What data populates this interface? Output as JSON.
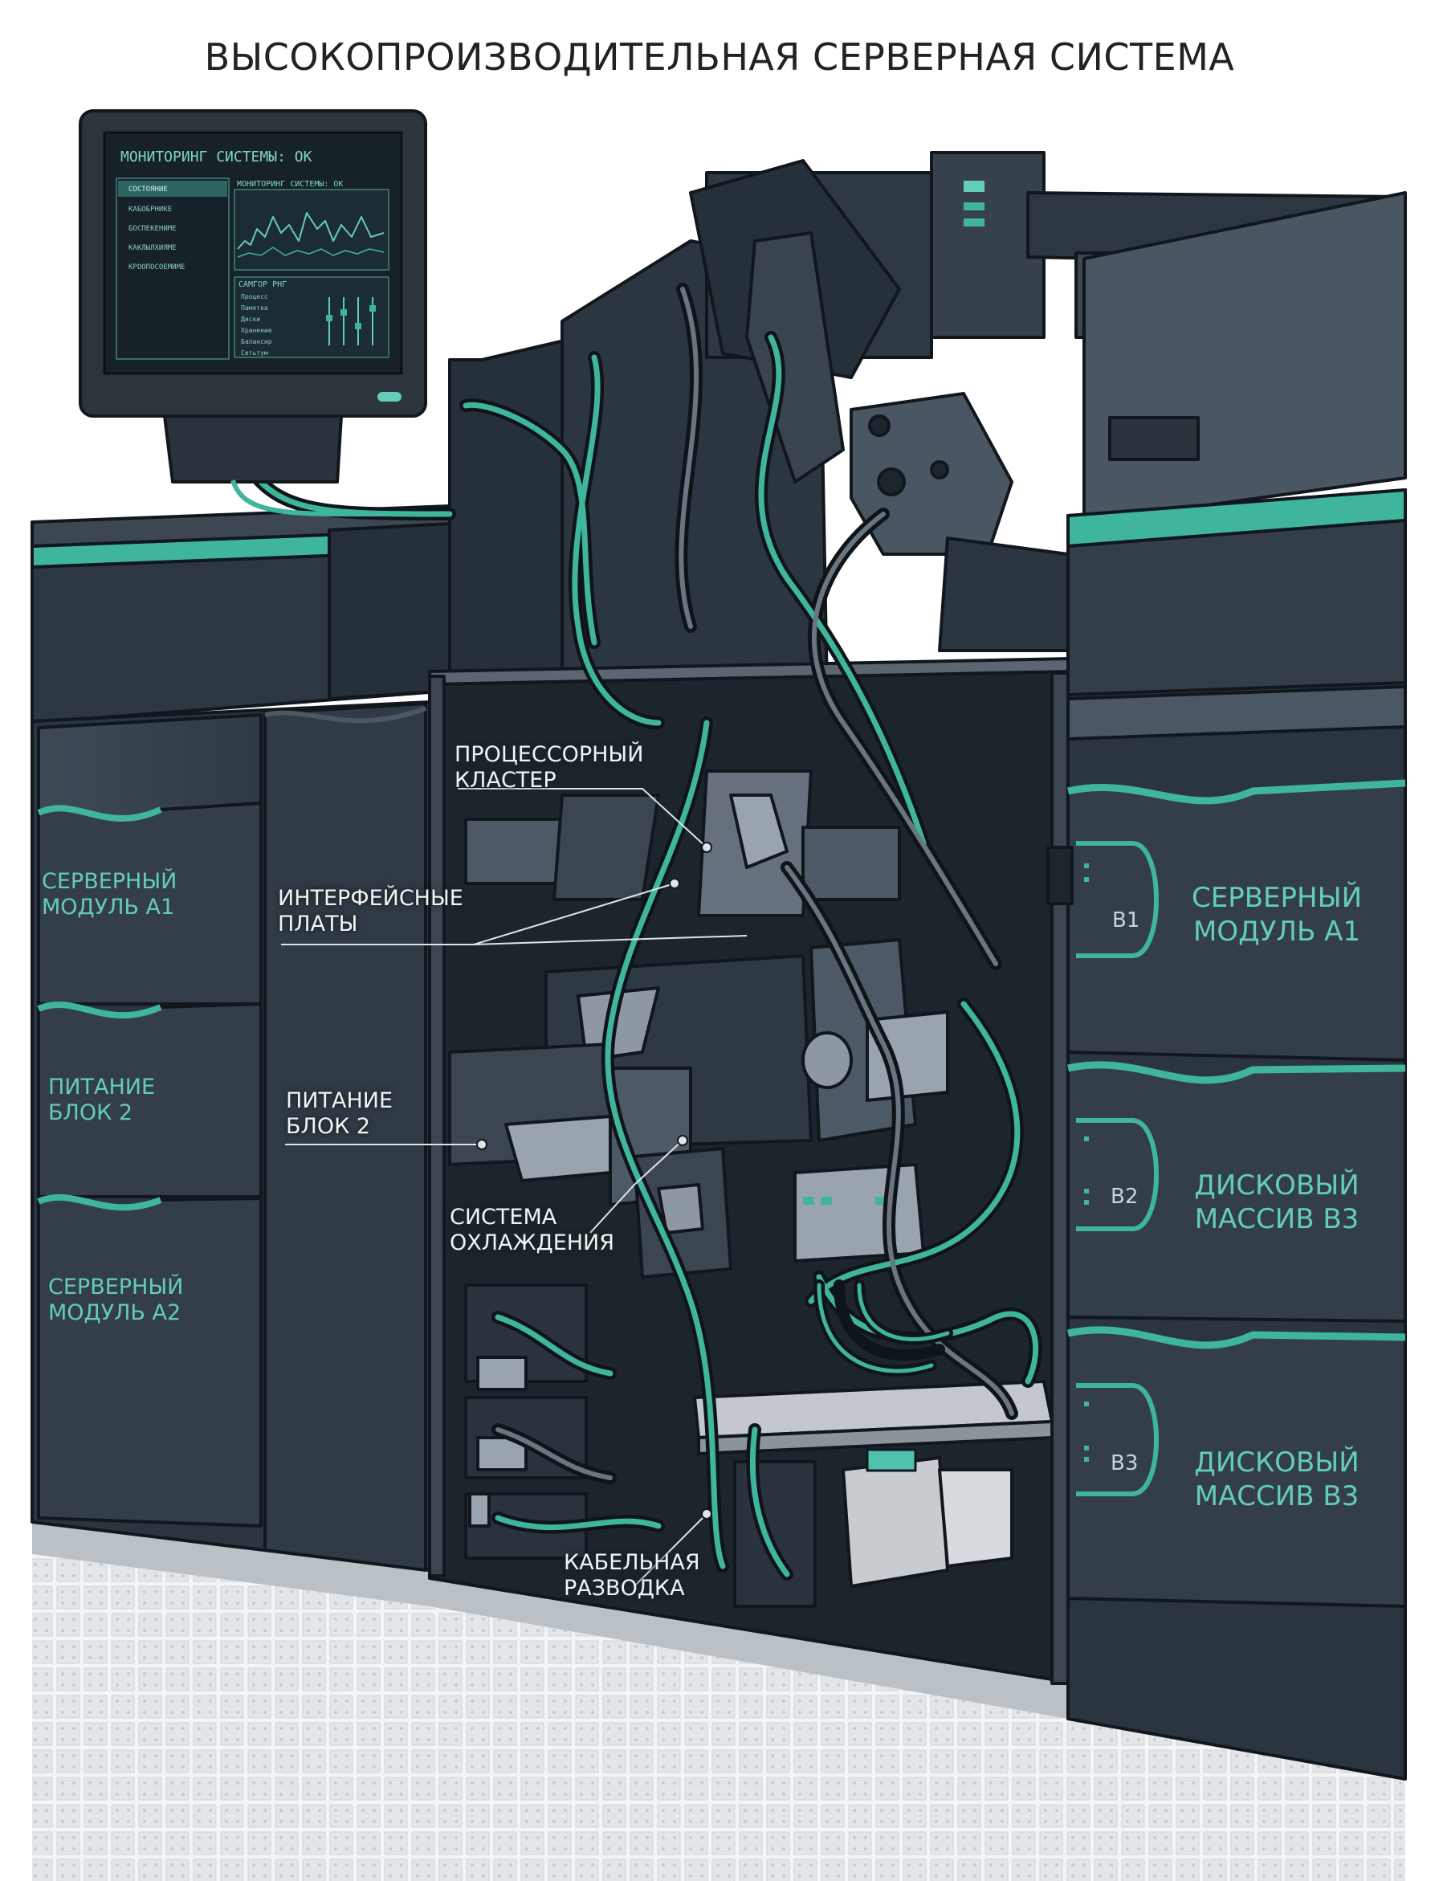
{
  "title": "ВЫСОКОПРОИЗВОДИТЕЛЬНАЯ СЕРВЕРНАЯ СИСТЕМА",
  "colors": {
    "accent": "#3fb59c",
    "chassis": "#343e48",
    "chassis_dark": "#222b33",
    "panel_highlight": "#4b5763",
    "label_text": "#f2f4f3",
    "side_label": "#63cdb8"
  },
  "monitor": {
    "header": "МОНИТОРИНГ СИСТЕМЫ: ОК",
    "chart_title": "МОНИТОРИНГ СИСТЕМЫ: ОК",
    "menu": [
      "СОСТОЯНИЕ",
      "КАБОБРНИКЕ",
      "БОСПЕКЕНИМЕ",
      "КАКЛЫЛХИЯМЕ",
      "КРООПОСОЕМИМЕ"
    ],
    "panel_title": "САМГОР РНГ",
    "bars": [
      "Процесс",
      "Памятка",
      "Диски",
      "Хранение",
      "Балансир",
      "Сетьтум"
    ]
  },
  "callouts": {
    "cpu": "ПРОЦЕССОРНЫЙ\nКЛАСТЕР",
    "interfaces": "ИНТЕРФЕЙСНЫЕ\nПЛАТЫ",
    "power": "ПИТАНИЕ\nБЛОК 2",
    "cooling": "СИСТЕМА\nОХЛАЖДЕНИЯ",
    "cabling": "КАБЕЛЬНАЯ\nРАЗВОДКА"
  },
  "left_labels": [
    "СЕРВЕРНЫЙ\nМОДУЛЬ А1",
    "ПИТАНИЕ\nБЛОК 2",
    "СЕРВЕРНЫЙ\nМОДУЛЬ А2"
  ],
  "right_labels": [
    "СЕРВЕРНЫЙ\nМОДУЛЬ А1",
    "ДИСКОВЫЙ\nМАССИВ В3",
    "ДИСКОВЫЙ\nМАССИВ В3"
  ],
  "bays": [
    "B1",
    "B2",
    "B3"
  ]
}
